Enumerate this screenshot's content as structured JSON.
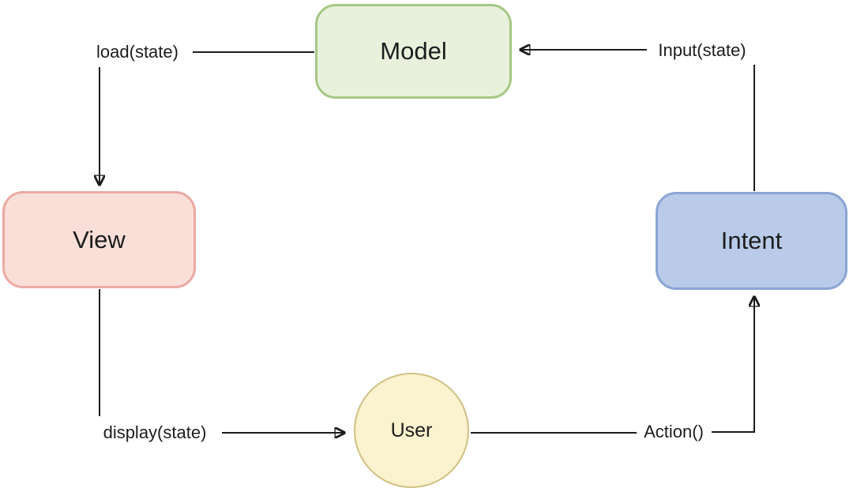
{
  "diagram": {
    "type": "flow-cycle",
    "background_color": "#ffffff",
    "line_color": "#1d1d1d",
    "nodes": [
      {
        "id": "model",
        "label": "Model",
        "shape": "rounded-rect",
        "fill": "#e7f1dc",
        "stroke": "#a6c784",
        "position": "top-center"
      },
      {
        "id": "view",
        "label": "View",
        "shape": "rounded-rect",
        "fill": "#fadfd9",
        "stroke": "#eaaaa2",
        "position": "middle-left"
      },
      {
        "id": "intent",
        "label": "Intent",
        "shape": "rounded-rect",
        "fill": "#b9cbe9",
        "stroke": "#8aa5d3",
        "position": "middle-right"
      },
      {
        "id": "user",
        "label": "User",
        "shape": "circle",
        "fill": "#fbf2cf",
        "stroke": "#cfc083",
        "position": "bottom-center"
      }
    ],
    "edges": [
      {
        "label": "load(state)",
        "from": "model",
        "to": "view",
        "arrow_at": "view-top"
      },
      {
        "label": "Input(state)",
        "from": "intent",
        "to": "model",
        "arrow_at": "model-right"
      },
      {
        "label": "display(state)",
        "from": "view",
        "to": "user",
        "arrow_at": "user-left"
      },
      {
        "label": "Action()",
        "from": "user",
        "to": "intent",
        "arrow_at": "intent-bottom"
      }
    ]
  }
}
